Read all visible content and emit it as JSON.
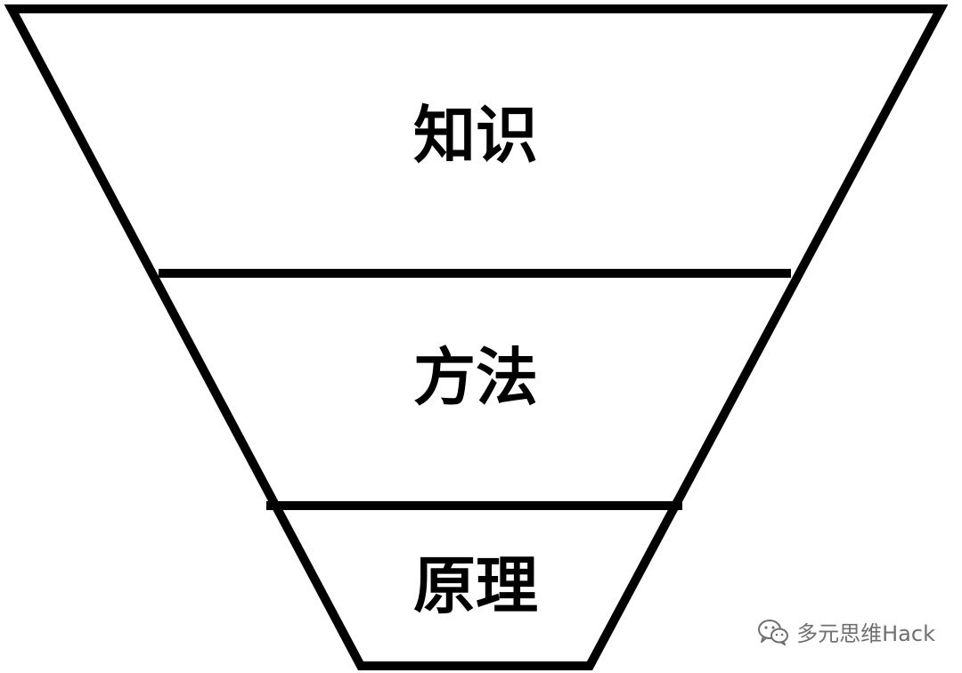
{
  "diagram": {
    "layers": [
      {
        "id": "top",
        "label": "知识"
      },
      {
        "id": "mid",
        "label": "方法"
      },
      {
        "id": "bottom",
        "label": "原理"
      }
    ]
  },
  "watermark": {
    "icon": "wechat-icon",
    "text": "多元思维Hack"
  },
  "colors": {
    "stroke": "#000000",
    "background": "#ffffff",
    "watermark": "#6f6f6f"
  }
}
